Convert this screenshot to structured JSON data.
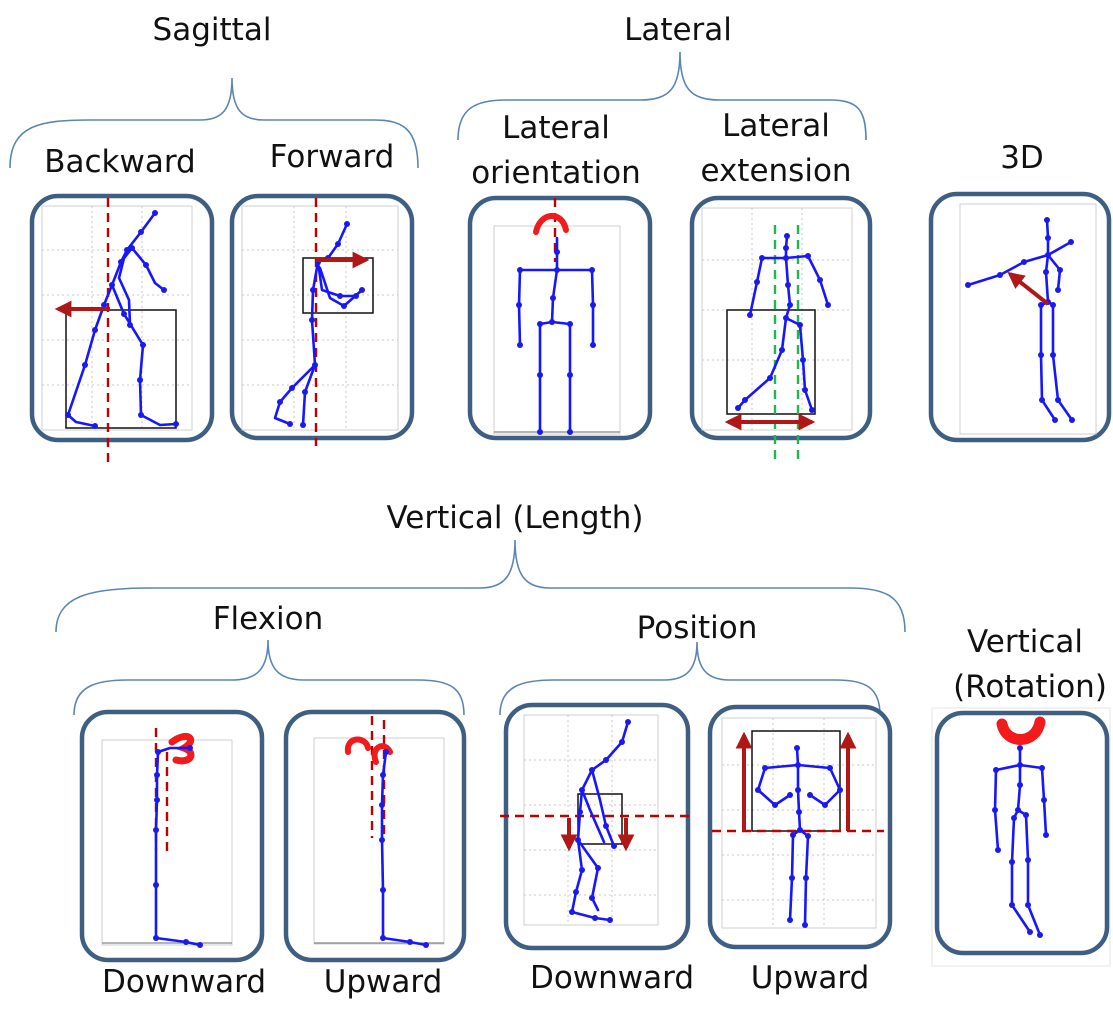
{
  "labels": {
    "sagittal": "Sagittal",
    "backward": "Backward",
    "forward": "Forward",
    "lateral": "Lateral",
    "lateral_orientation_1": "Lateral",
    "lateral_orientation_2": "orientation",
    "lateral_extension_1": "Lateral",
    "lateral_extension_2": "extension",
    "three_d": "3D",
    "vertical_length": "Vertical (Length)",
    "flexion": "Flexion",
    "position": "Position",
    "vertical_rotation_1": "Vertical",
    "vertical_rotation_2": "(Rotation)",
    "flexion_downward": "Downward",
    "flexion_upward": "Upward",
    "position_downward": "Downward",
    "position_upward": "Upward"
  },
  "colors": {
    "skeleton": "#1616ff",
    "reference_line": "#c00000",
    "arrow": "#b01818",
    "rotation_marker": "#f21a1a",
    "extension_line": "#1eb84c",
    "panel_border": "#3f5f82",
    "brace": "#5b86b4"
  },
  "icons": {
    "skeleton": "stick-figure-icon",
    "rotation": "rotation-arrow-icon",
    "direction": "arrow-icon"
  }
}
